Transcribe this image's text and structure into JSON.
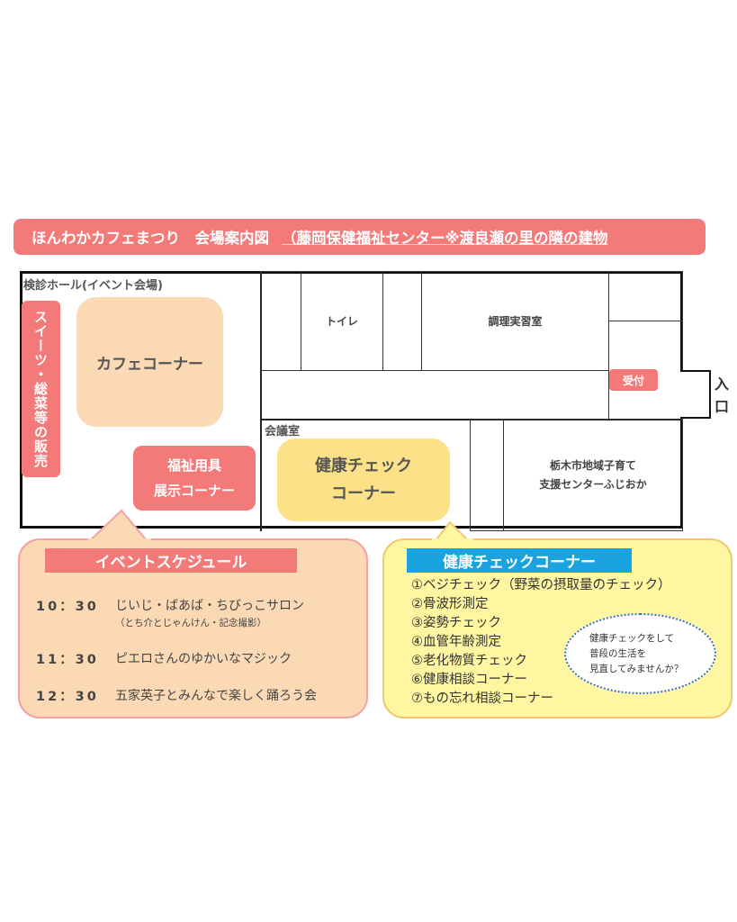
{
  "title": {
    "main": "ほんわかカフェまつり　会場案内図",
    "sub": "（藤岡保健福祉センター※渡良瀬の里の隣の建物"
  },
  "floor_plan": {
    "exam_hall_label": "検診ホール(イベント会場)",
    "sweets_label": "スイーツ・総菜等の販売",
    "cafe_label": "カフェコーナー",
    "welfare_line1": "福祉用具",
    "welfare_line2": "展示コーナー",
    "toilet_label": "トイレ",
    "kitchen_label": "調理実習室",
    "reception_label": "受付",
    "entrance_label": "入口",
    "meeting_room_label": "会議室",
    "health_line1": "健康チェック",
    "health_line2": "コーナー",
    "childcare_line1": "栃木市地域子育て",
    "childcare_line2": "支援センターふじおか"
  },
  "schedule": {
    "heading": "イベントスケジュール",
    "items": [
      {
        "time": "10：30",
        "event": "じいじ・ばあば・ちびっこサロン",
        "sub": "（とち介とじゃんけん・記念撮影）"
      },
      {
        "time": "11：30",
        "event": "ピエロさんのゆかいなマジック",
        "sub": ""
      },
      {
        "time": "12：30",
        "event": "五家英子とみんなで楽しく踊ろう会",
        "sub": ""
      }
    ]
  },
  "health_corner": {
    "heading": "健康チェックコーナー",
    "items": [
      "①ベジチェック（野菜の摂取量のチェック）",
      "②骨波形測定",
      "③姿勢チェック",
      "④血管年齢測定",
      "⑤老化物質チェック",
      "⑥健康相談コーナー",
      "⑦もの忘れ相談コーナー"
    ],
    "bubble_lines": [
      "健康チェックをして",
      "普段の生活を",
      "見直してみませんか？"
    ]
  },
  "colors": {
    "coral": "#f47a7a",
    "peach": "#fad9b4",
    "yellow": "#fce188",
    "light_yellow": "#fef6a0",
    "blue": "#1aa3de"
  }
}
